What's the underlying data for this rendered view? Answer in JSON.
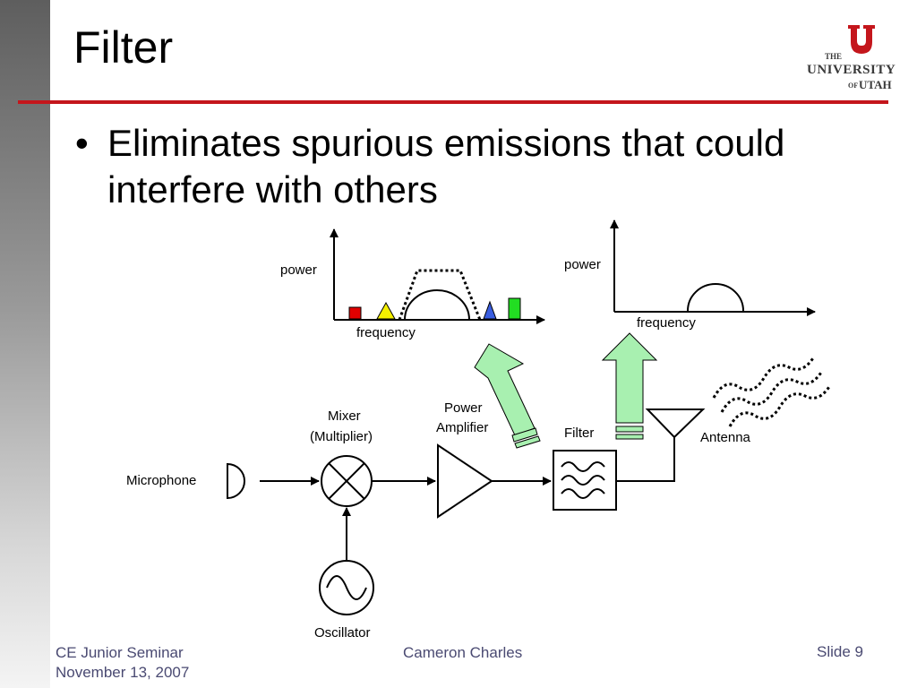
{
  "slide": {
    "title": "Filter",
    "bullet": "Eliminates spurious emissions that could interfere with others",
    "number_label": "Slide 9"
  },
  "logo": {
    "line1": "THE",
    "line2": "UNIVERSITY",
    "line3_prefix": "OF",
    "line3": "UTAH",
    "colors": {
      "brand_red": "#c4161c",
      "text": "#3a3a3a"
    }
  },
  "diagram": {
    "left_spectrum": {
      "ylabel": "power",
      "xlabel": "frequency"
    },
    "right_spectrum": {
      "ylabel": "power",
      "xlabel": "frequency"
    },
    "blocks": {
      "microphone": "Microphone",
      "mixer_line1": "Mixer",
      "mixer_line2": "(Multiplier)",
      "oscillator": "Oscillator",
      "amplifier_line1": "Power",
      "amplifier_line2": "Amplifier",
      "filter": "Filter",
      "antenna": "Antenna"
    },
    "colors": {
      "arrow_fill": "#a8f0b0",
      "spur_red": "#e00000",
      "spur_yellow": "#f5f000",
      "spur_blue": "#3a5ee0",
      "spur_green": "#22dd22"
    }
  },
  "footer": {
    "course": "CE Junior Seminar",
    "date": "November 13, 2007",
    "author": "Cameron Charles"
  }
}
